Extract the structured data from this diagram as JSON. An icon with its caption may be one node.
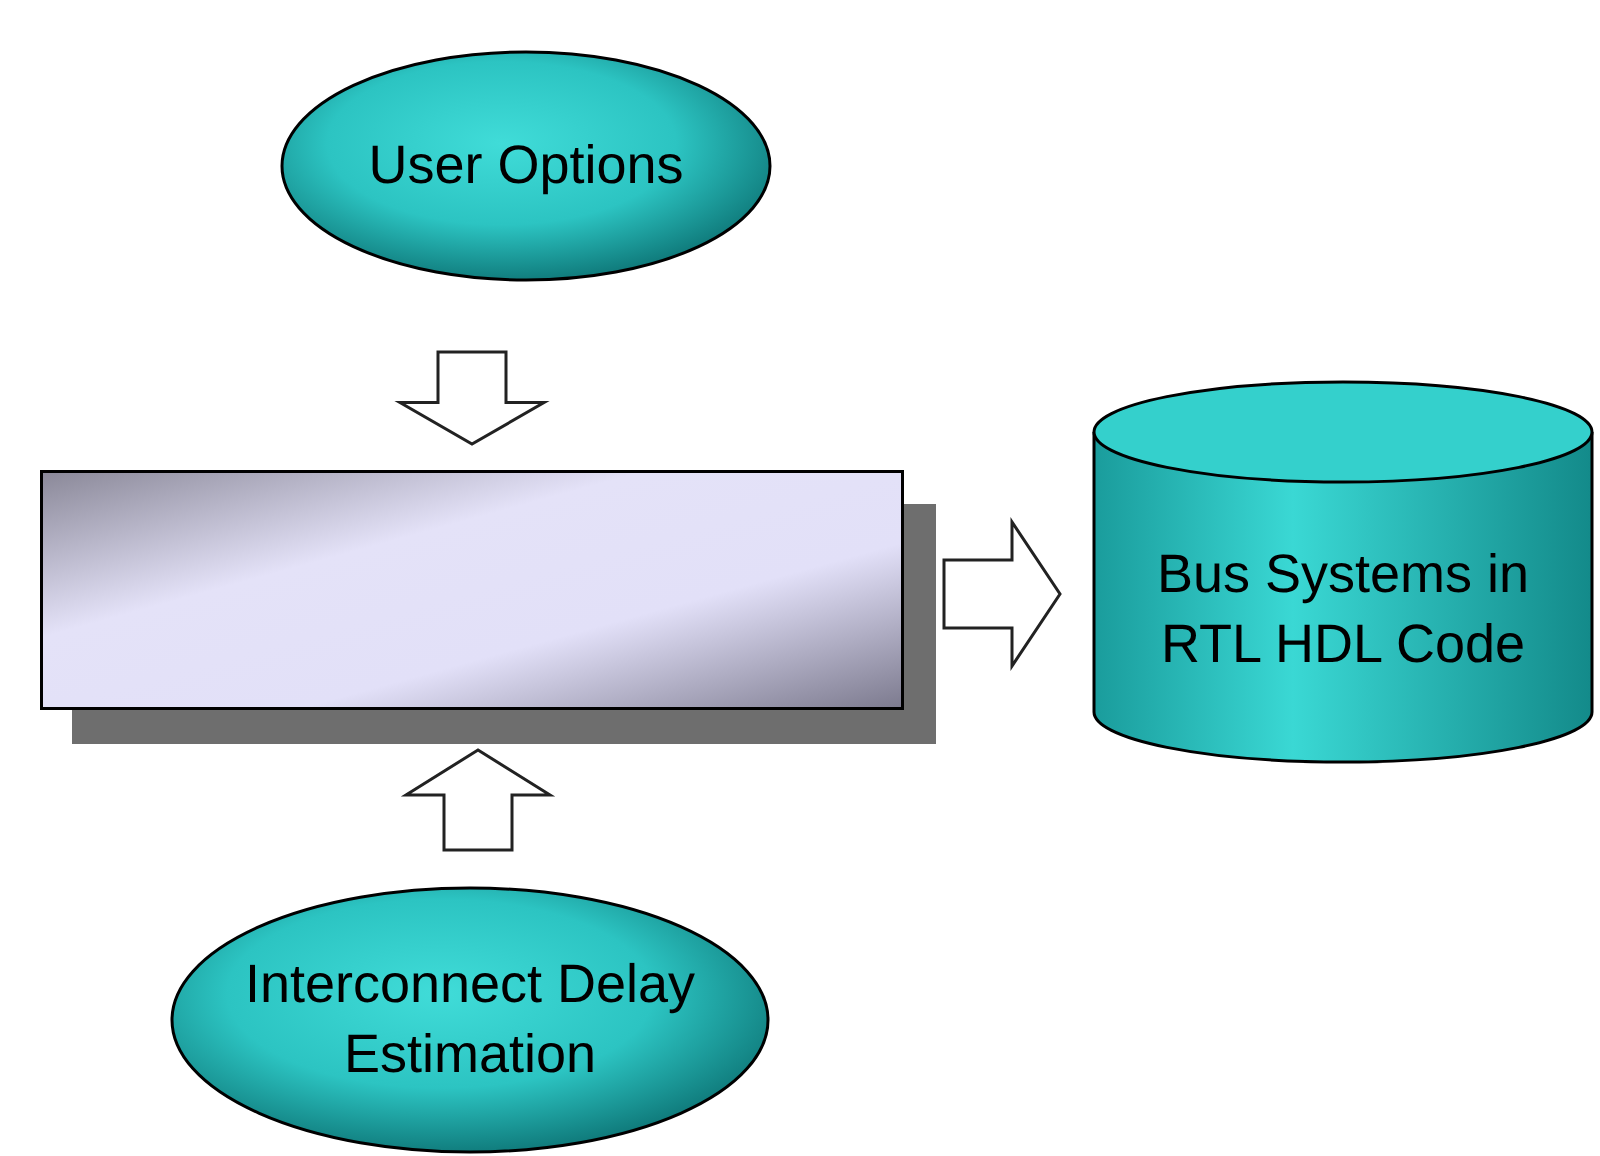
{
  "diagram": {
    "nodes": [
      {
        "text": [
          "User Options"
        ]
      },
      {
        "text": [],
        "shape": "box"
      },
      {
        "text": [
          "Bus Systems in RTL HDL Code"
        ]
      },
      {
        "text": [
          "Interconnect Delay Estimation"
        ]
      }
    ],
    "edges": [
      {
        "from": 0,
        "to": 1,
        "arrow": "to"
      },
      {
        "from": 1,
        "to": 2,
        "arrow": "to"
      },
      {
        "from": 3,
        "to": 1,
        "arrow": "to"
      }
    ]
  }
}
